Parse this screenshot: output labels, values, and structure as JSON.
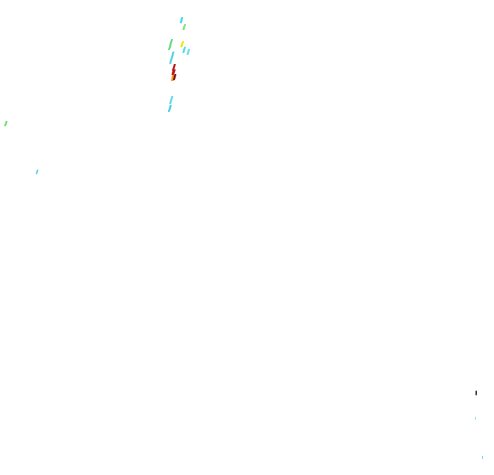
{
  "page": {
    "background": "#ffffff"
  },
  "marks": [
    {
      "id": "cyan-1",
      "color": "#39d6f2"
    },
    {
      "id": "green-1",
      "color": "#7de37a"
    },
    {
      "id": "green-2",
      "color": "#5ede7c"
    },
    {
      "id": "yellow-1",
      "color": "#f3e400"
    },
    {
      "id": "cyan-2",
      "color": "#53d8ea"
    },
    {
      "id": "cyan-3",
      "color": "#67dce8"
    },
    {
      "id": "cyan-4",
      "color": "#53d1e6"
    },
    {
      "id": "red-1",
      "color": "#b51414"
    },
    {
      "id": "red-2",
      "color": "#c0161a"
    },
    {
      "id": "orange-1",
      "color": "#f29a19"
    },
    {
      "id": "dark-red-1",
      "color": "#7b0f08"
    },
    {
      "id": "cyan-5",
      "color": "#62d8ee"
    },
    {
      "id": "cyan-6",
      "color": "#47ccea"
    },
    {
      "id": "green-3",
      "color": "#69e075"
    },
    {
      "id": "cyan-7",
      "color": "#4ac6e2"
    },
    {
      "id": "black-1",
      "color": "#333333"
    },
    {
      "id": "cyan-8",
      "color": "#49c5e8"
    },
    {
      "id": "cyan-9",
      "color": "#49c5e8"
    }
  ]
}
